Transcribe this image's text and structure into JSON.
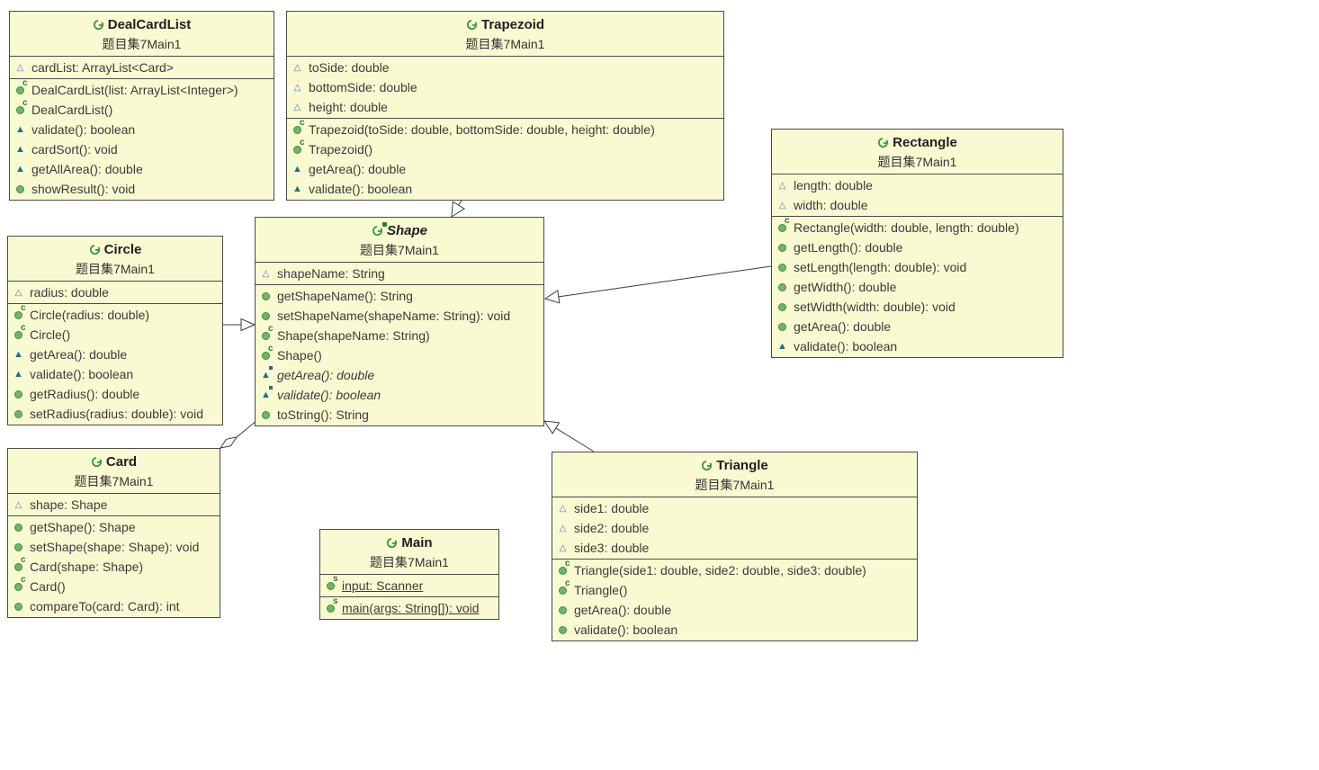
{
  "diagram": {
    "classes": [
      {
        "id": "dealcardlist",
        "name": "DealCardList",
        "subtitle": "题目集7Main1",
        "kind": "class",
        "fields": [
          {
            "icon": "field",
            "text": "cardList: ArrayList<Card>"
          }
        ],
        "members": [
          {
            "icon": "constructor",
            "text": "DealCardList(list: ArrayList<Integer>)"
          },
          {
            "icon": "constructor",
            "text": "DealCardList()"
          },
          {
            "icon": "package-method",
            "text": "validate(): boolean"
          },
          {
            "icon": "package-method",
            "text": "cardSort(): void"
          },
          {
            "icon": "package-method",
            "text": "getAllArea(): double"
          },
          {
            "icon": "public-method",
            "text": "showResult(): void"
          }
        ]
      },
      {
        "id": "trapezoid",
        "name": "Trapezoid",
        "subtitle": "题目集7Main1",
        "kind": "class",
        "fields": [
          {
            "icon": "field",
            "text": "toSide: double"
          },
          {
            "icon": "field",
            "text": "bottomSide: double"
          },
          {
            "icon": "field",
            "text": "height: double"
          }
        ],
        "members": [
          {
            "icon": "constructor",
            "text": "Trapezoid(toSide: double, bottomSide: double, height: double)"
          },
          {
            "icon": "constructor",
            "text": "Trapezoid()"
          },
          {
            "icon": "package-method",
            "text": "getArea(): double"
          },
          {
            "icon": "package-method",
            "text": "validate(): boolean"
          }
        ]
      },
      {
        "id": "rectangle",
        "name": "Rectangle",
        "subtitle": "题目集7Main1",
        "kind": "class",
        "fields": [
          {
            "icon": "field",
            "text": "length: double"
          },
          {
            "icon": "field",
            "text": "width: double"
          }
        ],
        "members": [
          {
            "icon": "constructor",
            "text": "Rectangle(width: double, length: double)"
          },
          {
            "icon": "public-method",
            "text": "getLength(): double"
          },
          {
            "icon": "public-method",
            "text": "setLength(length: double): void"
          },
          {
            "icon": "public-method",
            "text": "getWidth(): double"
          },
          {
            "icon": "public-method",
            "text": "setWidth(width: double): void"
          },
          {
            "icon": "public-method",
            "text": "getArea(): double"
          },
          {
            "icon": "package-method",
            "text": "validate(): boolean"
          }
        ]
      },
      {
        "id": "circle",
        "name": "Circle",
        "subtitle": "题目集7Main1",
        "kind": "class",
        "fields": [
          {
            "icon": "field",
            "text": "radius: double"
          }
        ],
        "members": [
          {
            "icon": "constructor",
            "text": "Circle(radius: double)"
          },
          {
            "icon": "constructor",
            "text": "Circle()"
          },
          {
            "icon": "package-method",
            "text": "getArea(): double"
          },
          {
            "icon": "package-method",
            "text": "validate(): boolean"
          },
          {
            "icon": "public-method",
            "text": "getRadius(): double"
          },
          {
            "icon": "public-method",
            "text": "setRadius(radius: double): void"
          }
        ]
      },
      {
        "id": "shape",
        "name": "Shape",
        "subtitle": "题目集7Main1",
        "kind": "abstract-class",
        "fields": [
          {
            "icon": "field",
            "text": "shapeName: String"
          }
        ],
        "members": [
          {
            "icon": "public-method",
            "text": "getShapeName(): String"
          },
          {
            "icon": "public-method",
            "text": "setShapeName(shapeName: String): void"
          },
          {
            "icon": "constructor",
            "text": "Shape(shapeName: String)"
          },
          {
            "icon": "constructor",
            "text": "Shape()"
          },
          {
            "icon": "abstract-method",
            "text": "getArea(): double",
            "italic": true
          },
          {
            "icon": "abstract-method",
            "text": "validate(): boolean",
            "italic": true
          },
          {
            "icon": "public-method",
            "text": "toString(): String"
          }
        ]
      },
      {
        "id": "card",
        "name": "Card",
        "subtitle": "题目集7Main1",
        "kind": "class",
        "fields": [
          {
            "icon": "field",
            "text": "shape: Shape"
          }
        ],
        "members": [
          {
            "icon": "public-method",
            "text": "getShape(): Shape"
          },
          {
            "icon": "public-method",
            "text": "setShape(shape: Shape): void"
          },
          {
            "icon": "constructor",
            "text": "Card(shape: Shape)"
          },
          {
            "icon": "constructor",
            "text": "Card()"
          },
          {
            "icon": "public-method",
            "text": "compareTo(card: Card): int"
          }
        ]
      },
      {
        "id": "main",
        "name": "Main",
        "subtitle": "题目集7Main1",
        "kind": "class",
        "fields": [
          {
            "icon": "static-field",
            "text": "input: Scanner",
            "underline": true
          }
        ],
        "members": [
          {
            "icon": "static-method",
            "text": "main(args: String[]): void",
            "underline": true
          }
        ]
      },
      {
        "id": "triangle",
        "name": "Triangle",
        "subtitle": "题目集7Main1",
        "kind": "class",
        "fields": [
          {
            "icon": "field",
            "text": "side1: double"
          },
          {
            "icon": "field",
            "text": "side2: double"
          },
          {
            "icon": "field",
            "text": "side3: double"
          }
        ],
        "members": [
          {
            "icon": "constructor",
            "text": "Triangle(side1: double, side2: double, side3: double)"
          },
          {
            "icon": "constructor",
            "text": "Triangle()"
          },
          {
            "icon": "public-method",
            "text": "getArea(): double"
          },
          {
            "icon": "public-method",
            "text": "validate(): boolean"
          }
        ]
      }
    ],
    "relations": [
      {
        "from": "Trapezoid",
        "to": "Shape",
        "type": "inheritance"
      },
      {
        "from": "Circle",
        "to": "Shape",
        "type": "inheritance"
      },
      {
        "from": "Rectangle",
        "to": "Shape",
        "type": "inheritance"
      },
      {
        "from": "Triangle",
        "to": "Shape",
        "type": "inheritance"
      },
      {
        "from": "Card",
        "to": "Shape",
        "type": "aggregation"
      }
    ],
    "colors": {
      "box_fill": "#FAFAD2",
      "box_border": "#4a4a4a",
      "text": "#3b3b3b",
      "public_method_icon": "#72B566",
      "constructor_sup": "#2E7D32",
      "triangle_method_icon": "#1D7187",
      "field_icon": "#4178BE",
      "class_icon": "#3E9B41"
    }
  }
}
